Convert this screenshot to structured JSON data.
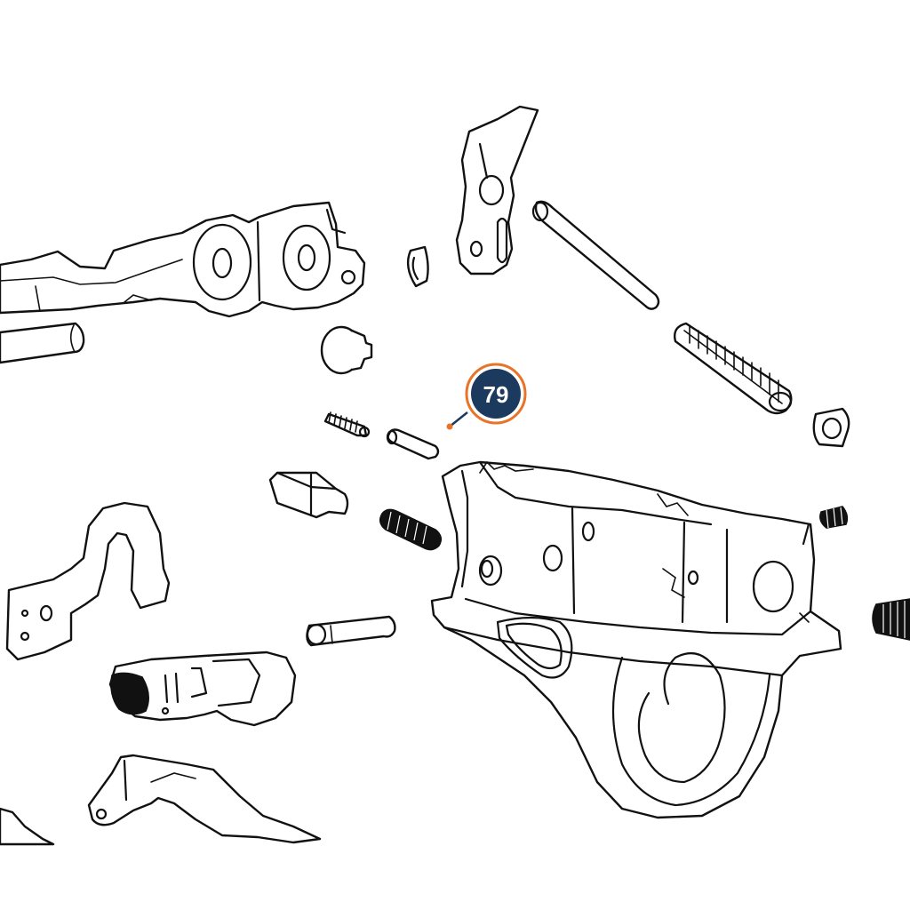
{
  "diagram": {
    "callouts": [
      {
        "id": "79",
        "label": "79",
        "ring_color": "#e8742a",
        "fill_color": "#1c3a5e",
        "text_color": "#ffffff",
        "leader_dot_color": "#e8742a"
      }
    ],
    "parts_icons": [
      "receiver-side-plate",
      "hammer",
      "hammer-strut-rod",
      "hammer-spring",
      "spring-washer",
      "d-ring",
      "button",
      "small-spring",
      "pin",
      "safety-block",
      "coil-spring",
      "set-screw",
      "trigger-guard-housing",
      "trigger-lever",
      "sleeve-pin",
      "carrier-release",
      "receiver-bar",
      "guard-lever",
      "threaded-rod"
    ],
    "line_color": "#111111",
    "background": "#ffffff"
  }
}
